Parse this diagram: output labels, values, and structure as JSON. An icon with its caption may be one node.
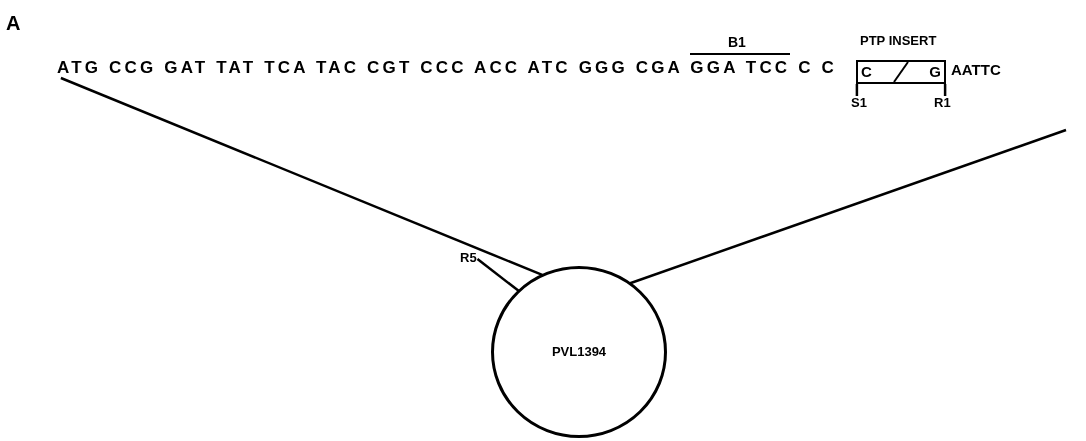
{
  "diagram": {
    "nodes": [
      {
        "text": [
          "ATG CCG GAT TAT TCA TAC CGT CCC ACC ATC GGG CGA GGA TCC C C"
        ]
      },
      {
        "text": [
          "PTP INSERT",
          "C",
          "G"
        ]
      },
      {
        "text": [
          "PVL1394"
        ]
      },
      {
        "text": [
          "S1"
        ]
      },
      {
        "text": [
          "R1"
        ]
      },
      {
        "text": [
          "R5"
        ]
      }
    ],
    "edges": [
      {
        "from": 0,
        "to": 2,
        "arrow": "none"
      },
      {
        "from": null,
        "to": 2,
        "arrow": "none"
      },
      {
        "from": 3,
        "to": 1,
        "arrow": "none"
      },
      {
        "from": 4,
        "to": 1,
        "arrow": "none"
      },
      {
        "from": 5,
        "to": 2,
        "arrow": "none"
      }
    ],
    "labels": [
      "A",
      "B1",
      "AATTC"
    ]
  }
}
